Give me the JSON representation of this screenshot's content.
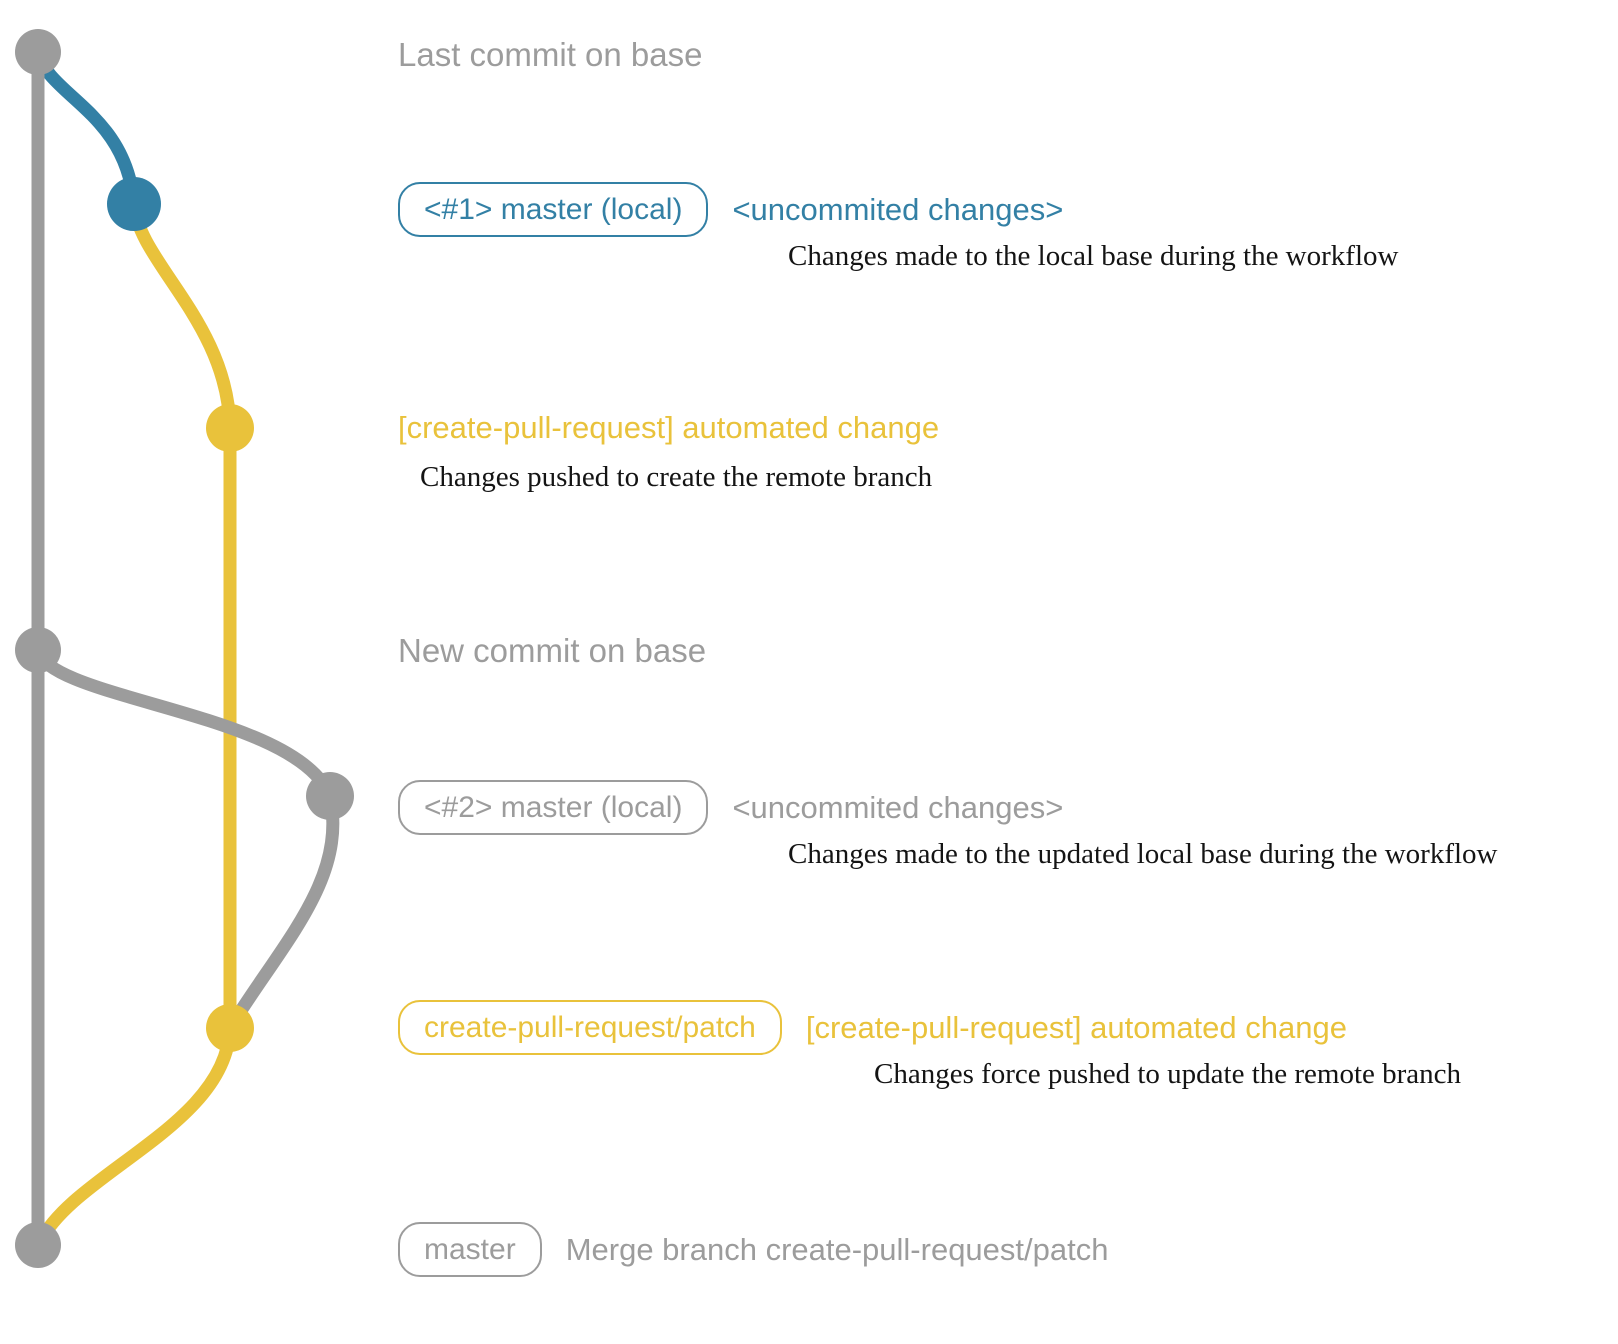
{
  "colors": {
    "gray": "#9c9c9c",
    "blue": "#3380a5",
    "yellow": "#e9c23b",
    "ink": "#141414"
  },
  "labels": {
    "last_commit_on_base": "Last commit on base",
    "new_commit_on_base": "New commit on base"
  },
  "rows": {
    "local1": {
      "badge": "<#1> master (local)",
      "message": "<uncommited changes>",
      "description": "Changes made to the local base during the workflow"
    },
    "patch1": {
      "message": "[create-pull-request] automated change",
      "description": "Changes pushed to create the remote branch"
    },
    "local2": {
      "badge": "<#2> master (local)",
      "message": "<uncommited changes>",
      "description": "Changes made to the updated local base during the workflow"
    },
    "patch2": {
      "badge": "create-pull-request/patch",
      "message": "[create-pull-request] automated change",
      "description": "Changes force pushed to update the remote branch"
    },
    "merge": {
      "badge": "master",
      "message": "Merge branch create-pull-request/patch"
    }
  },
  "graph": {
    "branch_colors": {
      "base": "gray",
      "local_working_copy": "blue_then_gray",
      "create_pull_request_patch": "yellow"
    },
    "commit_count": 7
  }
}
